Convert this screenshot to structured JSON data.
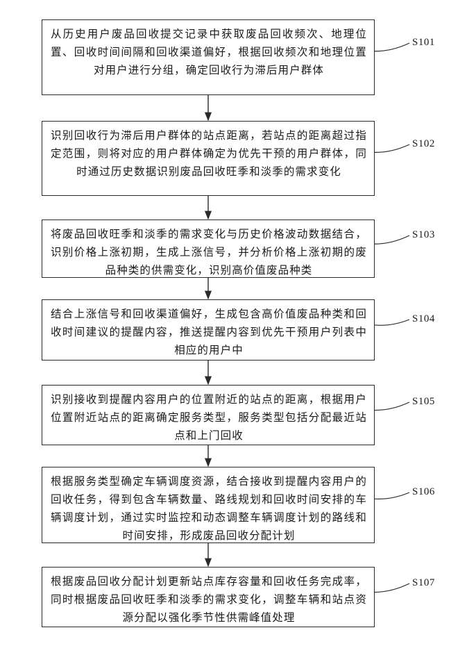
{
  "steps": [
    {
      "label": "S101",
      "text": "从历史用户废品回收提交记录中获取废品回收频次、地理位置、回收时间间隔和回收渠道偏好，根据回收频次和地理位置对用户进行分组，确定回收行为滞后用户群体"
    },
    {
      "label": "S102",
      "text": "识别回收行为滞后用户群体的站点距离，若站点的距离超过指定范围，则将对应的用户群体确定为优先干预的用户群体，同时通过历史数据识别废品回收旺季和淡季的需求变化"
    },
    {
      "label": "S103",
      "text": "将废品回收旺季和淡季的需求变化与历史价格波动数据结合，识别价格上涨初期，生成上涨信号，并分析价格上涨初期的废品种类的供需变化，识别高价值废品种类"
    },
    {
      "label": "S104",
      "text": "结合上涨信号和回收渠道偏好，生成包含高价值废品种类和回收时间建议的提醒内容，推送提醒内容到优先干预用户列表中相应的用户中"
    },
    {
      "label": "S105",
      "text": "识别接收到提醒内容用户的位置附近的站点的距离，根据用户位置附近站点的距离确定服务类型，服务类型包括分配最近站点和上门回收"
    },
    {
      "label": "S106",
      "text": "根据服务类型确定车辆调度资源，结合接收到提醒内容用户的回收任务，得到包含车辆数量、路线规划和回收时间安排的车辆调度计划，通过实时监控和动态调整车辆调度计划的路线和时间安排，形成废品回收分配计划"
    },
    {
      "label": "S107",
      "text": "根据废品回收分配计划更新站点库存容量和回收任务完成率，同时根据废品回收旺季和淡季的需求变化，调整车辆和站点资源分配以强化季节性供需峰值处理"
    }
  ]
}
